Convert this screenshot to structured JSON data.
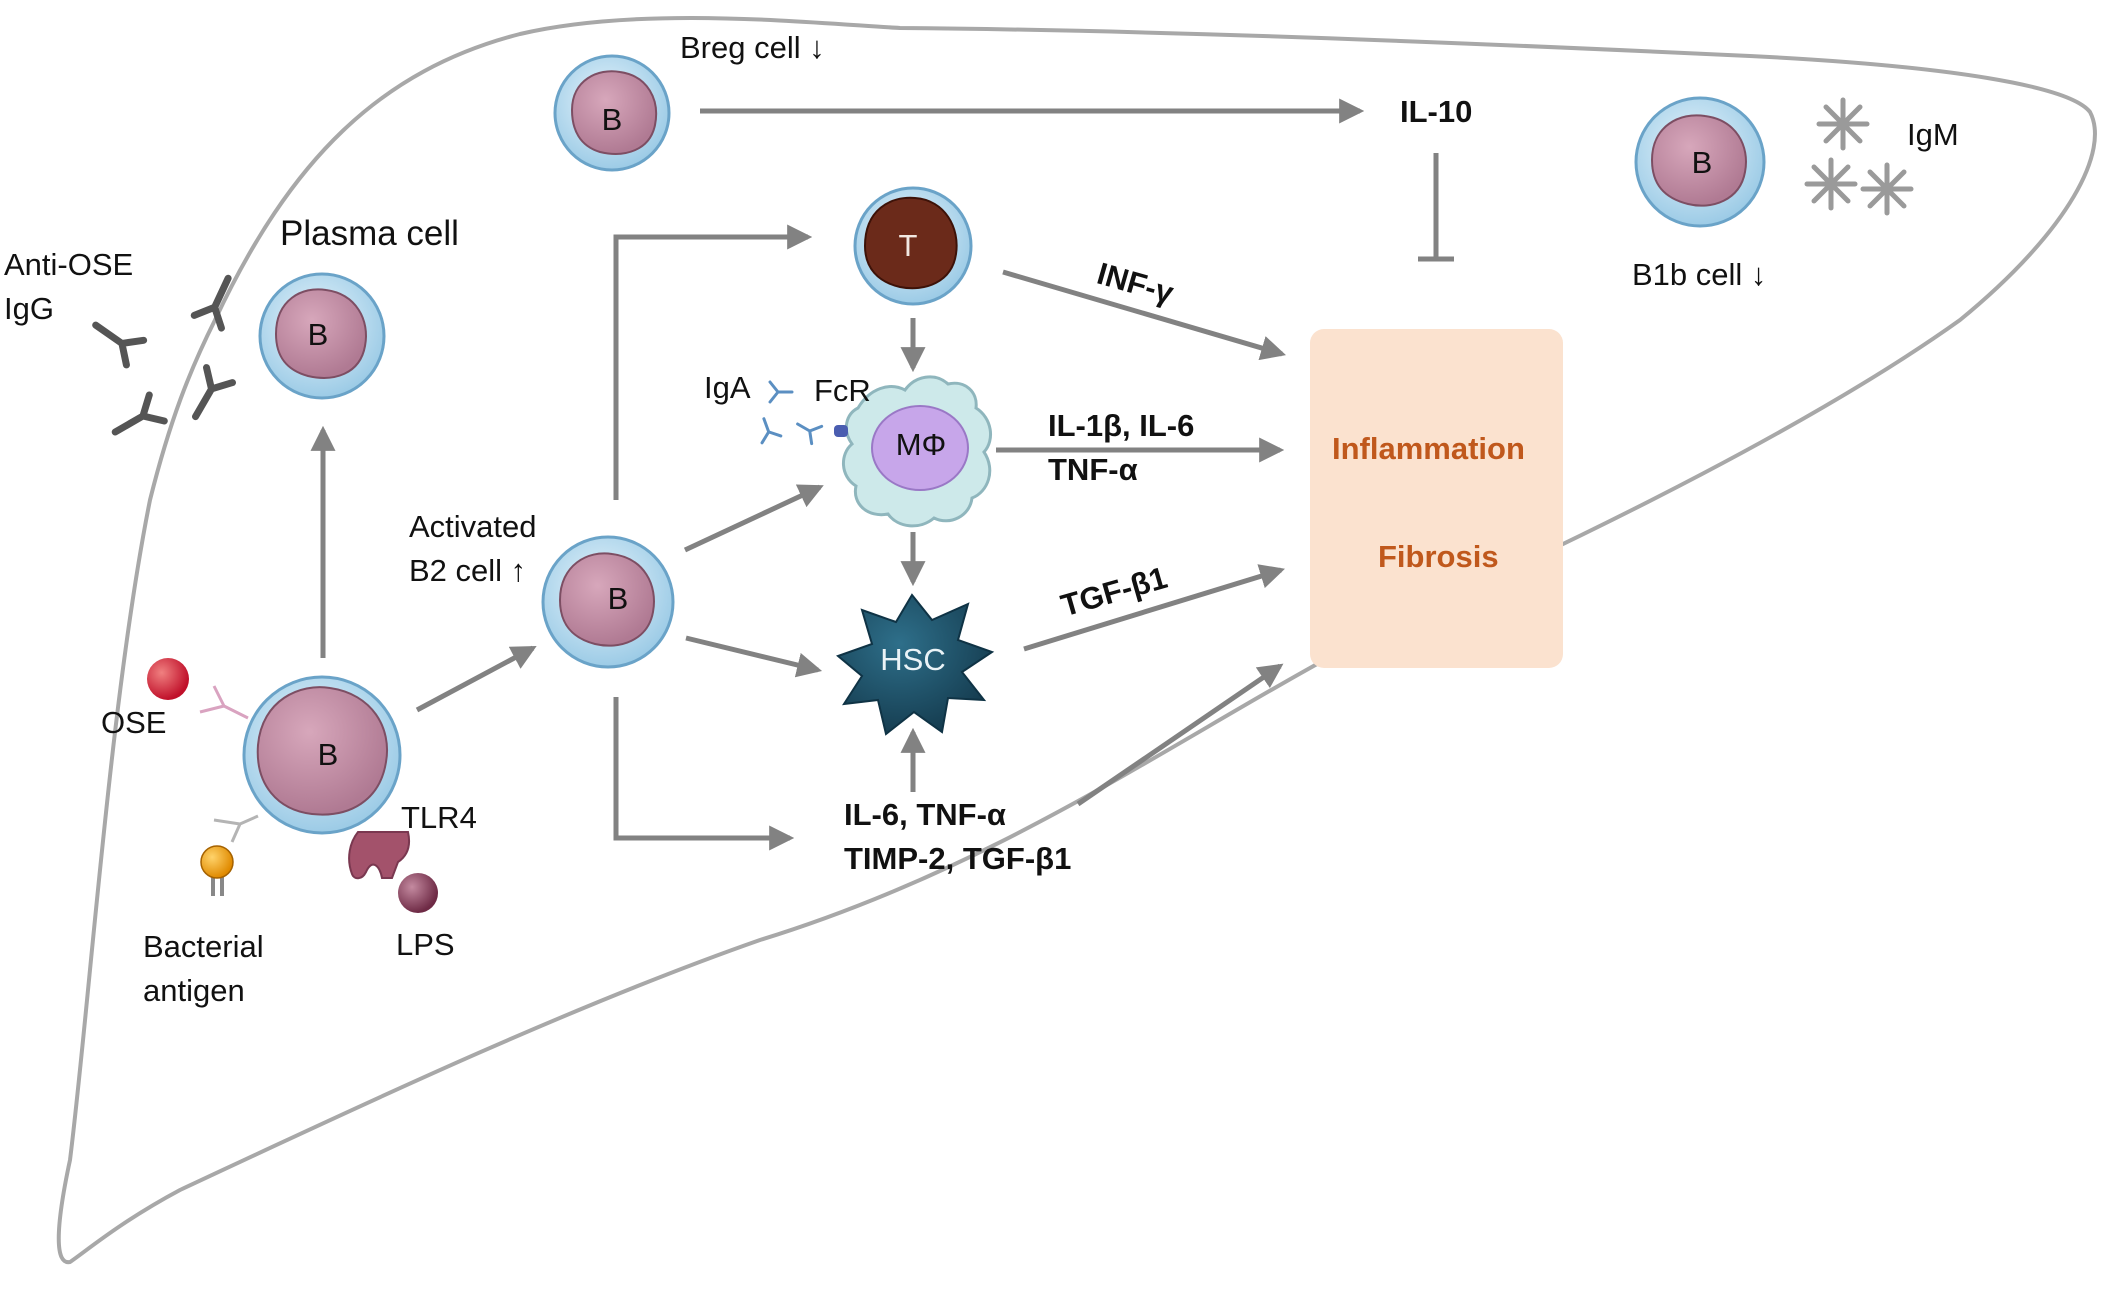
{
  "labels": {
    "breg": "Breg cell ↓",
    "il10": "IL-10",
    "igm": "IgM",
    "b1b": "B1b cell ↓",
    "plasma": "Plasma cell",
    "anti_ose_1": "Anti-OSE",
    "anti_ose_2": "IgG",
    "infg": "INF-γ",
    "iga": "IgA",
    "fcr": "FcR",
    "mac_cytokines_1": "IL-1β, IL-6",
    "mac_cytokines_2": "TNF-α",
    "activated_1": "Activated",
    "activated_2": "B2 cell ↑",
    "tgfb1": "TGF-β1",
    "ose": "OSE",
    "tlr4": "TLR4",
    "lps": "LPS",
    "bacterial_1": "Bacterial",
    "bacterial_2": "antigen",
    "b_cytokines_1": "IL-6, TNF-α",
    "b_cytokines_2": "TIMP-2, TGF-β1"
  },
  "outcomes": {
    "inflammation": "Inflammation",
    "fibrosis": "Fibrosis"
  },
  "cells": {
    "b_letter": "B",
    "t_letter": "T",
    "macrophage": "MΦ",
    "hsc": "HSC"
  },
  "colors": {
    "outline": "#a8a8a8",
    "arrow": "#828282",
    "b_cell_nucleus": "#c48ea5",
    "b_cell_ring": "#a9d3ec",
    "t_cell_nucleus": "#6b2a1a",
    "macrophage_body": "#cde9ea",
    "macrophage_nucleus": "#c7a6ea",
    "hsc_body": "#1e5168",
    "outcome_box": "#fbe2cf",
    "outcome_text": "#c0581c"
  }
}
